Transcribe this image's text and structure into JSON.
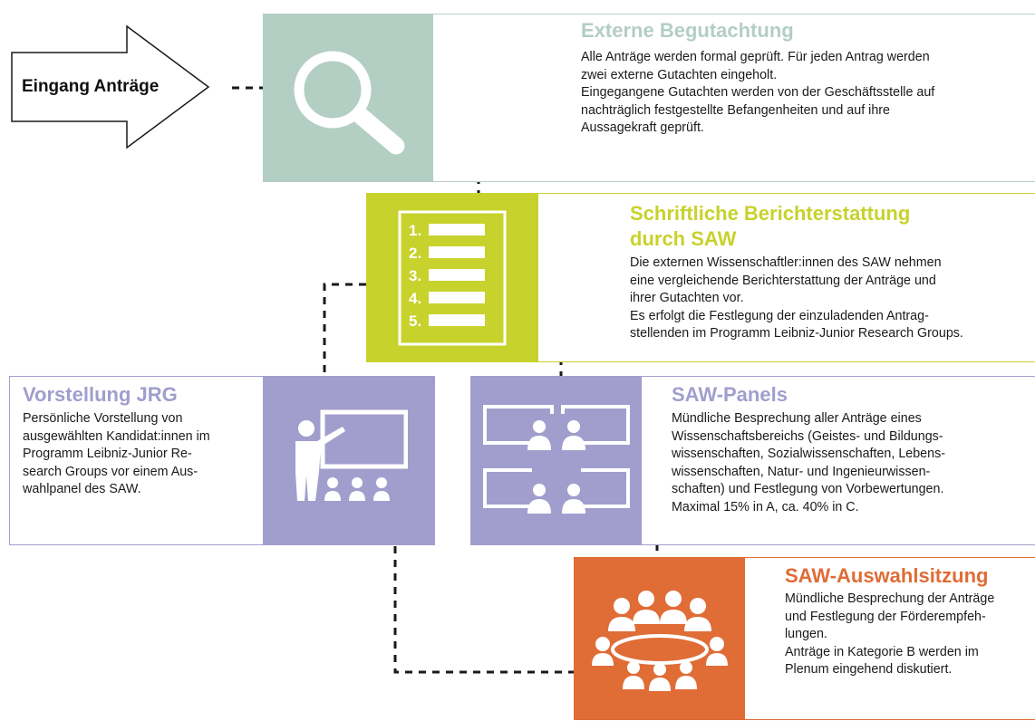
{
  "colors": {
    "externe": "#b3cec3",
    "bericht": "#c8d22c",
    "vorstellung": "#a19ecd",
    "panels": "#a19ecd",
    "auswahl": "#e06c36",
    "border_externe": "#b3cec3",
    "border_vorstellung": "#a19ecd",
    "border_bericht": "#c8d22c",
    "border_auswahl": "#e06c36"
  },
  "eingang": {
    "label": "Eingang Anträge"
  },
  "externe": {
    "icon": "magnifier-icon",
    "title": "Externe Begutachtung",
    "body": [
      "Alle Anträge werden formal geprüft. Für jeden Antrag werden",
      "zwei externe Gutachten eingeholt.",
      "Eingegangene Gutachten werden von der Geschäftsstelle auf",
      "nachträglich festgestellte Befangenheiten und auf ihre",
      "Aussagekraft geprüft."
    ]
  },
  "bericht": {
    "icon": "numbered-list-icon",
    "list_numbers": [
      "1.",
      "2.",
      "3.",
      "4.",
      "5."
    ],
    "title_line1": "Schriftliche Berichterstattung",
    "title_line2": "durch SAW",
    "body": [
      "Die externen Wissenschaftler:innen des SAW nehmen",
      "eine vergleichende Berichterstattung der Anträge und",
      "ihrer Gutachten vor.",
      "Es erfolgt die Festlegung der einzuladenden Antrag-",
      "stellenden im Programm Leibniz-Junior Research Groups."
    ]
  },
  "vorstellung": {
    "icon": "presenter-audience-icon",
    "title": "Vorstellung JRG",
    "body": [
      "Persönliche Vorstellung von",
      "ausgewählten Kandidat:innen im",
      "Programm Leibniz-Junior Re-",
      "search Groups vor einem Aus-",
      "wahlpanel des SAW."
    ]
  },
  "panels": {
    "icon": "video-panels-icon",
    "title": "SAW-Panels",
    "body": [
      "Mündliche Besprechung aller Anträge eines",
      "Wissenschaftsbereichs (Geistes- und Bildungs-",
      "wissenschaften, Sozialwissenschaften, Lebens-",
      "wissenschaften, Natur- und Ingenieurwissen-",
      "schaften) und Festlegung von Vorbewertungen.",
      "Maximal 15% in A, ca. 40% in C."
    ]
  },
  "auswahl": {
    "icon": "meeting-table-icon",
    "title": "SAW-Auswahlsitzung",
    "body": [
      "Mündliche Besprechung der Anträge",
      "und Festlegung der Förderempfeh-",
      "lungen.",
      "Anträge in Kategorie B werden im",
      "Plenum eingehend diskutiert."
    ]
  }
}
